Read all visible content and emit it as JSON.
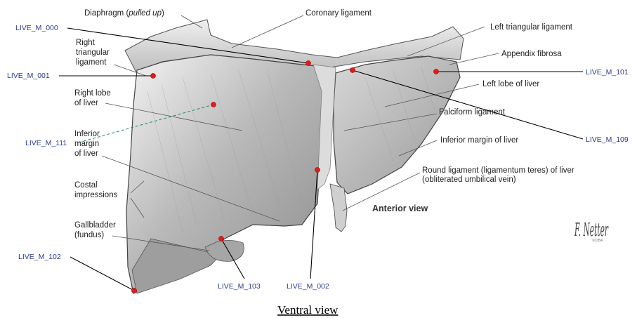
{
  "figure": {
    "view_label": "Anterior view",
    "caption": "Ventral view",
    "signature_text": "F. Netter",
    "signature_sub": "©CIBA"
  },
  "anatomy_labels": {
    "diaphragm": "Diaphragm (",
    "diaphragm_italic": "pulled up",
    "diaphragm_close": ")",
    "coronary_ligament": "Coronary ligament",
    "left_triangular_ligament": "Left triangular ligament",
    "appendix_fibrosa": "Appendix fibrosa",
    "left_lobe": "Left lobe of liver",
    "falciform_ligament": "Falciform ligament",
    "inferior_margin_right": "Inferior margin of liver",
    "round_ligament_1": "Round ligament (ligamentum teres) of liver",
    "round_ligament_2": "(obliterated umbilical vein)",
    "right_triangular_1": "Right",
    "right_triangular_2": "triangular",
    "right_triangular_3": "ligament",
    "right_lobe_1": "Right lobe",
    "right_lobe_2": "of liver",
    "inferior_margin_left_1": "Inferior",
    "inferior_margin_left_2": "margin",
    "inferior_margin_left_3": "of liver",
    "costal_1": "Costal",
    "costal_2": "impressions",
    "gallbladder_1": "Gallbladder",
    "gallbladder_2": "(fundus)"
  },
  "markers": {
    "m000": "LIVE_M_000",
    "m001": "LIVE_M_001",
    "m101": "LIVE_M_101",
    "m109": "LIVE_M_109",
    "m111": "LIVE_M_111",
    "m102": "LIVE_M_102",
    "m103": "LIVE_M_103",
    "m002": "LIVE_M_002"
  },
  "colors": {
    "marker_dot": "#e01b1b",
    "marker_label": "#2a3a8c",
    "dashed_leader": "#1f8a4c"
  }
}
